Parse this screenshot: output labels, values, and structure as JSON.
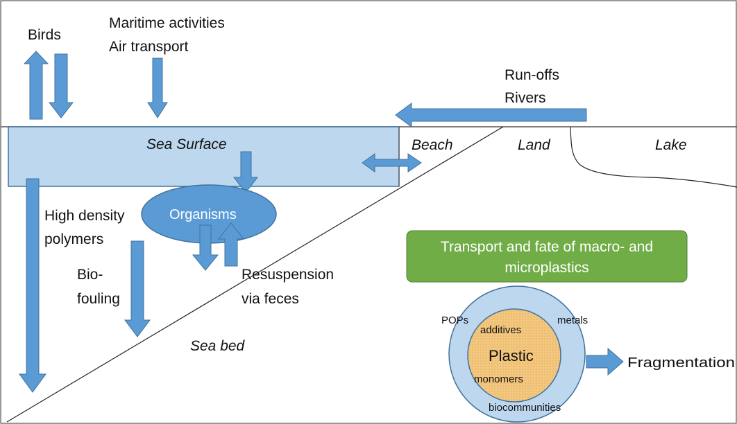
{
  "labels": {
    "birds": "Birds",
    "maritime_line1": "Maritime activities",
    "maritime_line2": "Air transport",
    "runoffs_line1": "Run-offs",
    "runoffs_line2": "Rivers",
    "sea_surface": "Sea Surface",
    "beach": "Beach",
    "land": "Land",
    "lake": "Lake",
    "organisms": "Organisms",
    "high_density_line1": "High density",
    "high_density_line2": "polymers",
    "biofouling_line1": "Bio-",
    "biofouling_line2": "fouling",
    "resuspension_line1": "Resuspension",
    "resuspension_line2": "via feces",
    "sea_bed": "Sea bed",
    "title_line1": "Transport and fate of macro- and",
    "title_line2": "microplastics",
    "pops": "POPs",
    "metals": "metals",
    "additives": "additives",
    "plastic": "Plastic",
    "monomers": "monomers",
    "biocommunities": "biocommunities",
    "fragmentation": "Fragmentation"
  },
  "colors": {
    "arrow_fill": "#5b9bd5",
    "arrow_stroke": "#41719c",
    "sea_fill": "#bdd7ee",
    "sea_stroke": "#41719c",
    "organisms_fill": "#5b9bd5",
    "title_box_fill": "#70ad47",
    "plastic_core": "#f4c67e",
    "plastic_ring": "#bdd7ee"
  }
}
